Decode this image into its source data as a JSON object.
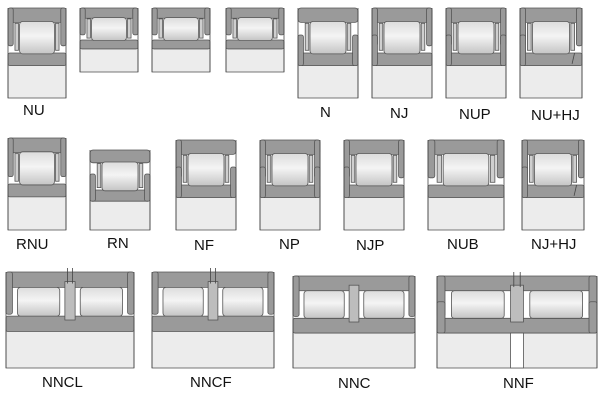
{
  "colors": {
    "ring": "#9a9a9a",
    "ring_edge": "#555555",
    "roller": "#dcdcdc",
    "roller_hi": "#f4f4f4",
    "bore": "#ececec",
    "line": "#444444"
  },
  "bearings": [
    {
      "id": "nu",
      "label": "NU"
    },
    {
      "id": "nu2",
      "label": ""
    },
    {
      "id": "nu3",
      "label": ""
    },
    {
      "id": "nu4",
      "label": ""
    },
    {
      "id": "n",
      "label": "N"
    },
    {
      "id": "nj",
      "label": "NJ"
    },
    {
      "id": "nup",
      "label": "NUP"
    },
    {
      "id": "nuhj",
      "label": "NU+HJ"
    },
    {
      "id": "rnu",
      "label": "RNU"
    },
    {
      "id": "rn",
      "label": "RN"
    },
    {
      "id": "nf",
      "label": "NF"
    },
    {
      "id": "np",
      "label": "NP"
    },
    {
      "id": "njp",
      "label": "NJP"
    },
    {
      "id": "nub",
      "label": "NUB"
    },
    {
      "id": "njhj",
      "label": "NJ+HJ"
    },
    {
      "id": "nncl",
      "label": "NNCL"
    },
    {
      "id": "nncf",
      "label": "NNCF"
    },
    {
      "id": "nnc",
      "label": "NNC"
    },
    {
      "id": "nnf",
      "label": "NNF"
    }
  ]
}
